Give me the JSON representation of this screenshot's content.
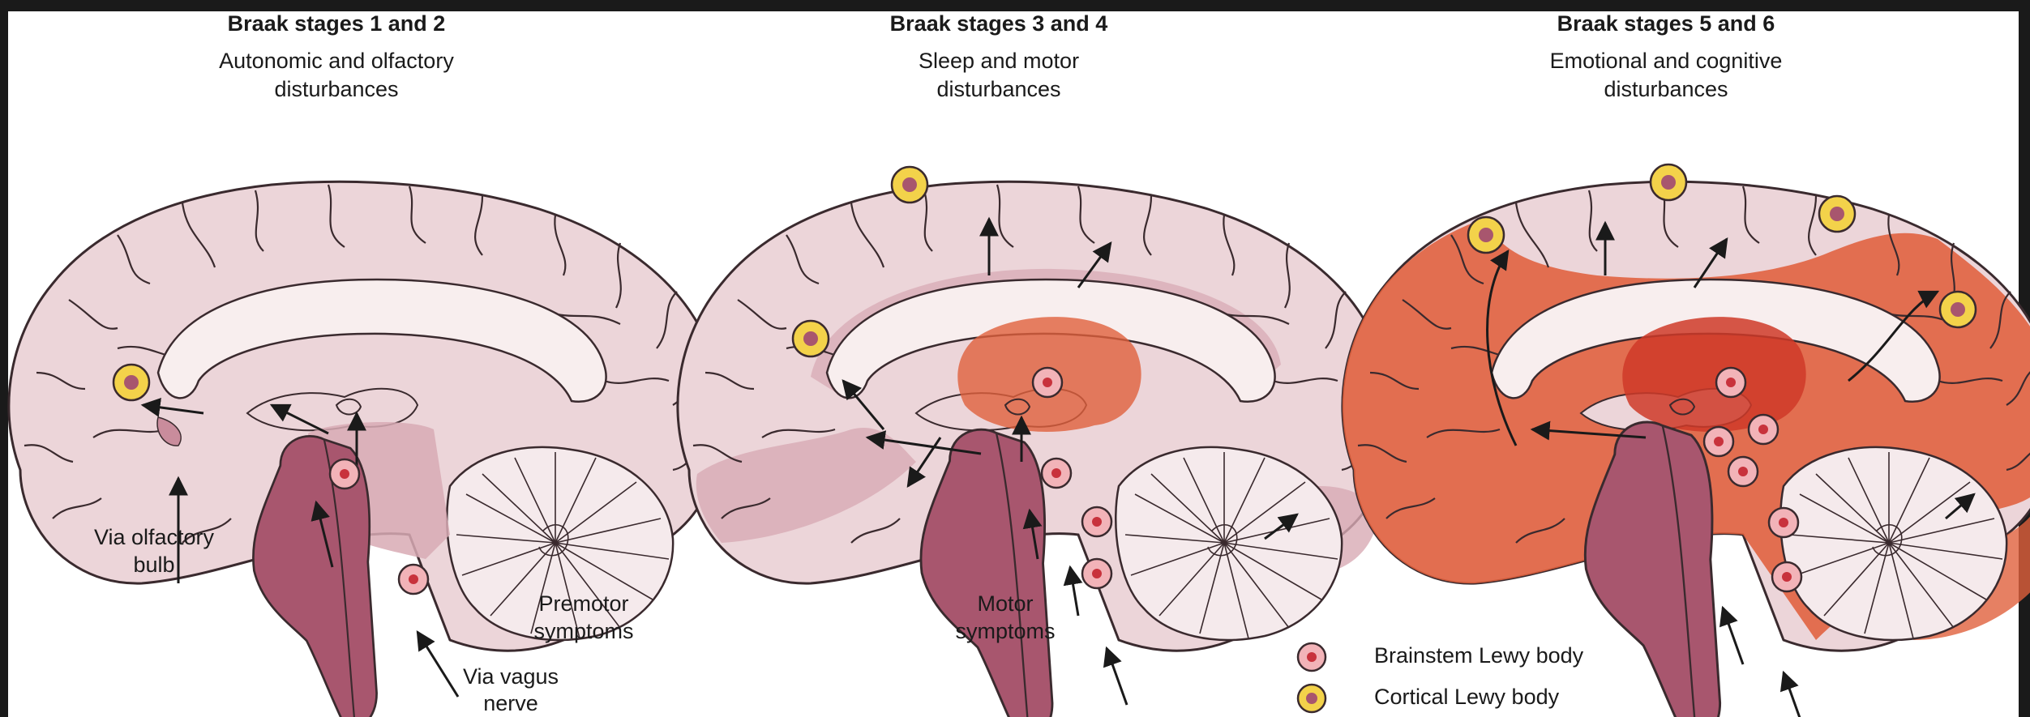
{
  "panels": [
    {
      "title": "Braak stages 1 and 2",
      "subtitle_line1": "Autonomic and olfactory",
      "subtitle_line2": "disturbances"
    },
    {
      "title": "Braak stages 3 and 4",
      "subtitle_line1": "Sleep and motor",
      "subtitle_line2": "disturbances"
    },
    {
      "title": "Braak stages 5 and 6",
      "subtitle_line1": "Emotional and cognitive",
      "subtitle_line2": "disturbances"
    }
  ],
  "annotations": {
    "olfactory_line1": "Via olfactory",
    "olfactory_line2": "bulb",
    "vagus_line1": "Via vagus",
    "vagus_line2": "nerve",
    "premotor_line1": "Premotor",
    "premotor_line2": "symptoms",
    "motor_line1": "Motor",
    "motor_line2": "symptoms"
  },
  "legend": {
    "brainstem": "Brainstem Lewy body",
    "cortical": "Cortical Lewy body"
  },
  "colors": {
    "brain_base": "#ecd5d9",
    "brain_outline": "#3a2a2e",
    "corpus_callosum": "#f8eeee",
    "brainstem": "#a8566e",
    "brainstem_light": "#c98c9c",
    "spread_light": "#d8aab4",
    "spread_orange": "#e0603c",
    "spread_red": "#cf3a28",
    "brainstem_lewy_fill": "#f2b3b8",
    "brainstem_lewy_core": "#c8323c",
    "cortical_lewy_ring": "#f3d24a",
    "cortical_lewy_core": "#a8566e"
  }
}
